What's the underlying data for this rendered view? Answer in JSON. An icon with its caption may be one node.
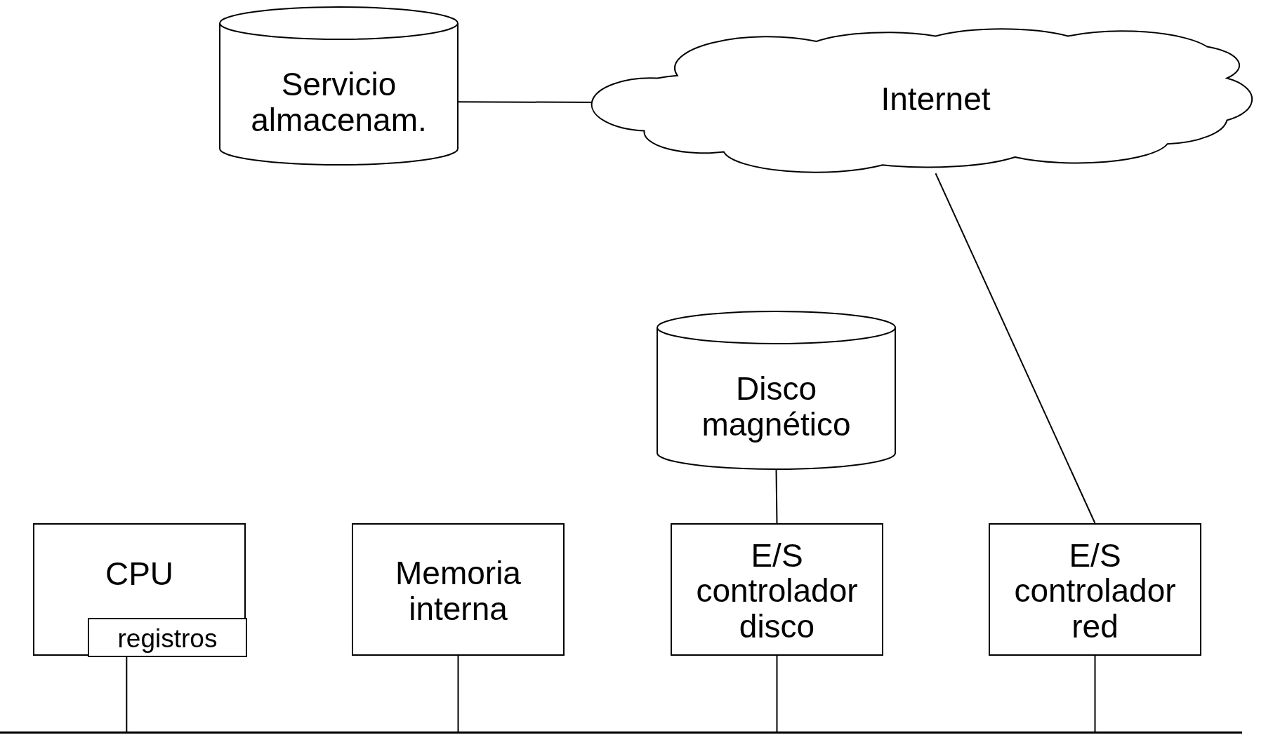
{
  "diagram": {
    "nodes": [
      {
        "text": [
          "Servicio almacenam."
        ]
      },
      {
        "text": [
          "Internet"
        ]
      },
      {
        "text": [
          "Disco magnético"
        ]
      },
      {
        "text": [
          "CPU"
        ]
      },
      {
        "text": [
          "registros"
        ],
        "in": 3
      },
      {
        "text": [
          "Memoria interna"
        ]
      },
      {
        "text": [
          "E/S controlador disco"
        ]
      },
      {
        "text": [
          "E/S controlador red"
        ]
      },
      {
        "text": [],
        "shape": "bar"
      }
    ],
    "edges": [
      {
        "from": 0,
        "to": 1,
        "arrow": "none"
      },
      {
        "from": 1,
        "to": 7,
        "arrow": "none"
      },
      {
        "from": 2,
        "to": 6,
        "arrow": "none"
      },
      {
        "from": 3,
        "to": 8,
        "arrow": "none"
      },
      {
        "from": 5,
        "to": 8,
        "arrow": "none"
      },
      {
        "from": 6,
        "to": 8,
        "arrow": "none"
      },
      {
        "from": 7,
        "to": 8,
        "arrow": "none"
      }
    ]
  }
}
